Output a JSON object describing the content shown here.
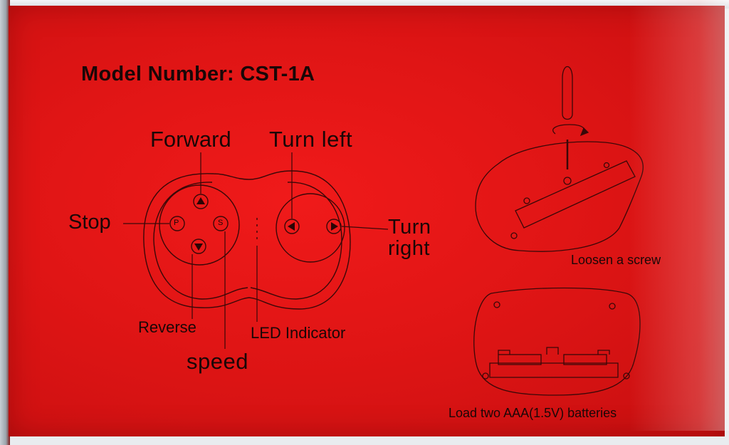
{
  "panel": {
    "title": "Model Number: CST-1A",
    "color": "#e01515"
  },
  "controller": {
    "forward": "Forward",
    "turn_left": "Turn left",
    "stop": "Stop",
    "turn_right": "Turn\nright",
    "reverse": "Reverse",
    "led_indicator": "LED Indicator",
    "speed": "speed",
    "button_p": "P",
    "button_s": "S"
  },
  "instructions": {
    "loosen": "Loosen a screw",
    "load": "Load two AAA(1.5V) batteries"
  },
  "icons": [
    "screwdriver-icon",
    "rotation-arrow-icon",
    "up-arrow-icon",
    "down-arrow-icon",
    "left-arrow-icon",
    "right-arrow-icon"
  ]
}
